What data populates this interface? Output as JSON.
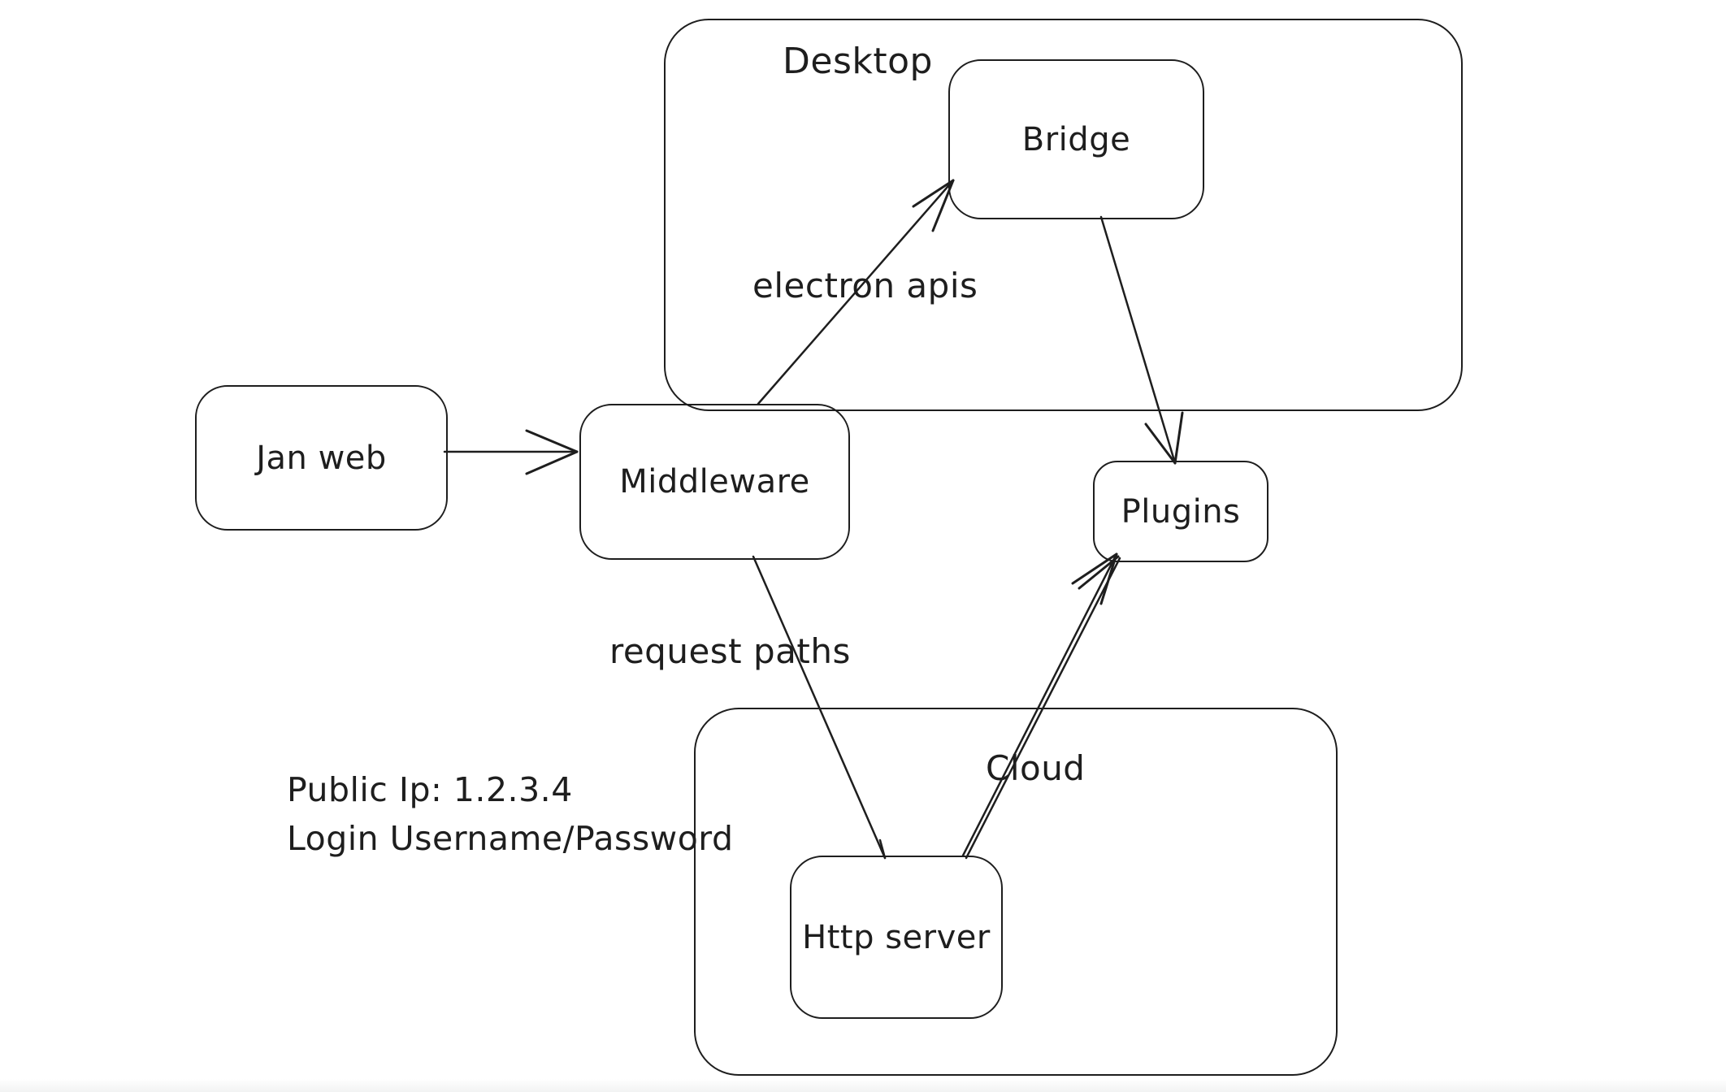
{
  "canvas": {
    "background_color": "#ffffff",
    "stroke_color": "#1e1e1e"
  },
  "containers": [
    {
      "id": "desktop",
      "label": "Desktop"
    },
    {
      "id": "cloud",
      "label": "Cloud"
    }
  ],
  "nodes": [
    {
      "id": "jan-web",
      "label": "Jan web"
    },
    {
      "id": "middleware",
      "label": "Middleware"
    },
    {
      "id": "bridge",
      "label": "Bridge"
    },
    {
      "id": "plugins",
      "label": "Plugins"
    },
    {
      "id": "http-server",
      "label": "Http server"
    }
  ],
  "edges": [
    {
      "from": "jan-web",
      "to": "middleware",
      "label": ""
    },
    {
      "from": "middleware",
      "to": "bridge",
      "label": "electron apis"
    },
    {
      "from": "bridge",
      "to": "plugins",
      "label": ""
    },
    {
      "from": "middleware",
      "to": "http-server",
      "label": "request paths"
    },
    {
      "from": "http-server",
      "to": "plugins",
      "label": ""
    }
  ],
  "annotations": {
    "public_ip": "Public Ip: 1.2.3.4",
    "login": "Login Username/Password"
  }
}
